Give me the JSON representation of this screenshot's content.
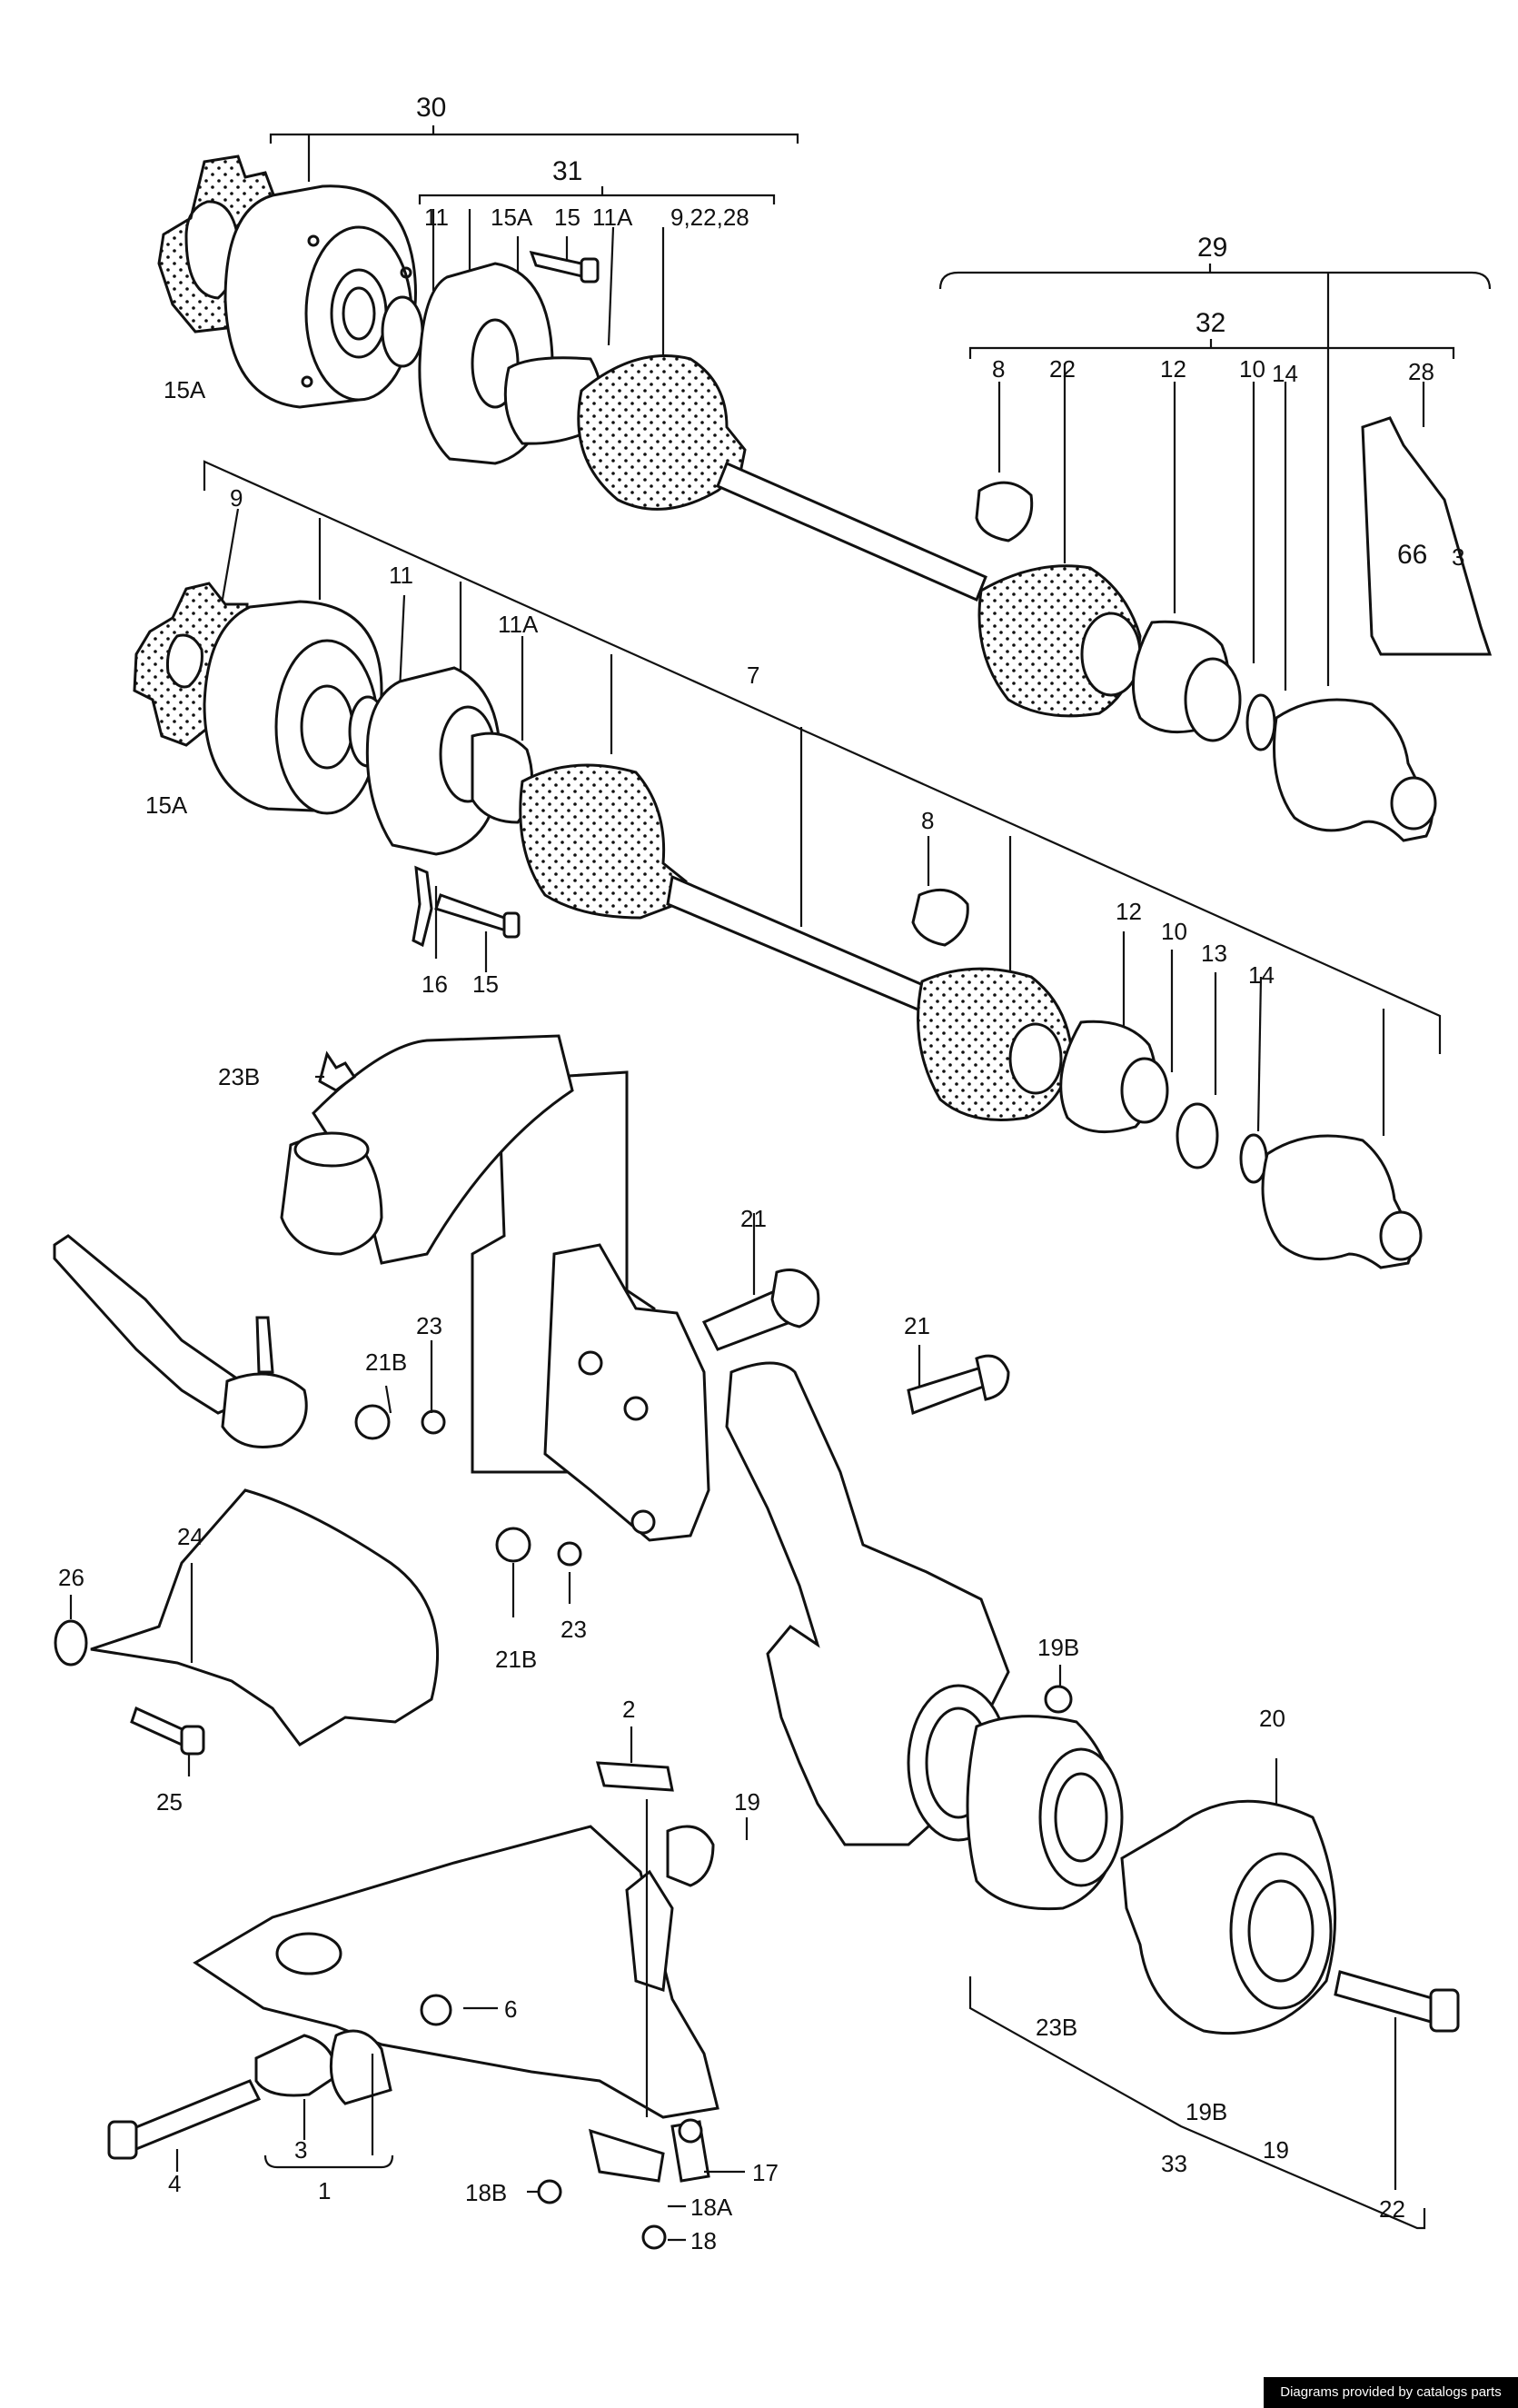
{
  "diagram": {
    "callouts": {
      "c30": "30",
      "c31": "31",
      "c11a": "11",
      "c15a_top": "15A",
      "c15_top": "15",
      "c11A_top": "11A",
      "c9_22_28": "9,22,28",
      "c29": "29",
      "c32": "32",
      "c8_top": "8",
      "c22_top": "22",
      "c12_top": "12",
      "c10_top": "10",
      "c14_top": "14",
      "c28": "28",
      "c15A_left_top": "15A",
      "c9": "9",
      "c11_mid": "11",
      "c11A_mid": "11A",
      "c7": "7",
      "c15A_left_mid": "15A",
      "c16": "16",
      "c15_mid": "15",
      "c8_mid": "8",
      "c12_mid": "12",
      "c10_mid": "10",
      "c13": "13",
      "c14_mid": "14",
      "c23B_top": "23B",
      "c21_a": "21",
      "c23_a": "23",
      "c21B_a": "21B",
      "c21_b": "21",
      "c24": "24",
      "c26": "26",
      "c23_b": "23",
      "c21B_b": "21B",
      "c25": "25",
      "c19B_a": "19B",
      "c20": "20",
      "c2": "2",
      "c19_a": "19",
      "c6": "6",
      "c4": "4",
      "c3": "3",
      "c1": "1",
      "c17": "17",
      "c18B": "18B",
      "c18A": "18A",
      "c18": "18",
      "c23B_bot": "23B",
      "c19B_b": "19B",
      "c19_b": "19",
      "c33": "33",
      "c22_bot": "22"
    },
    "tube_text": "66",
    "tube_sub": "3"
  },
  "footer": {
    "credit": "Diagrams provided by catalogs parts"
  }
}
